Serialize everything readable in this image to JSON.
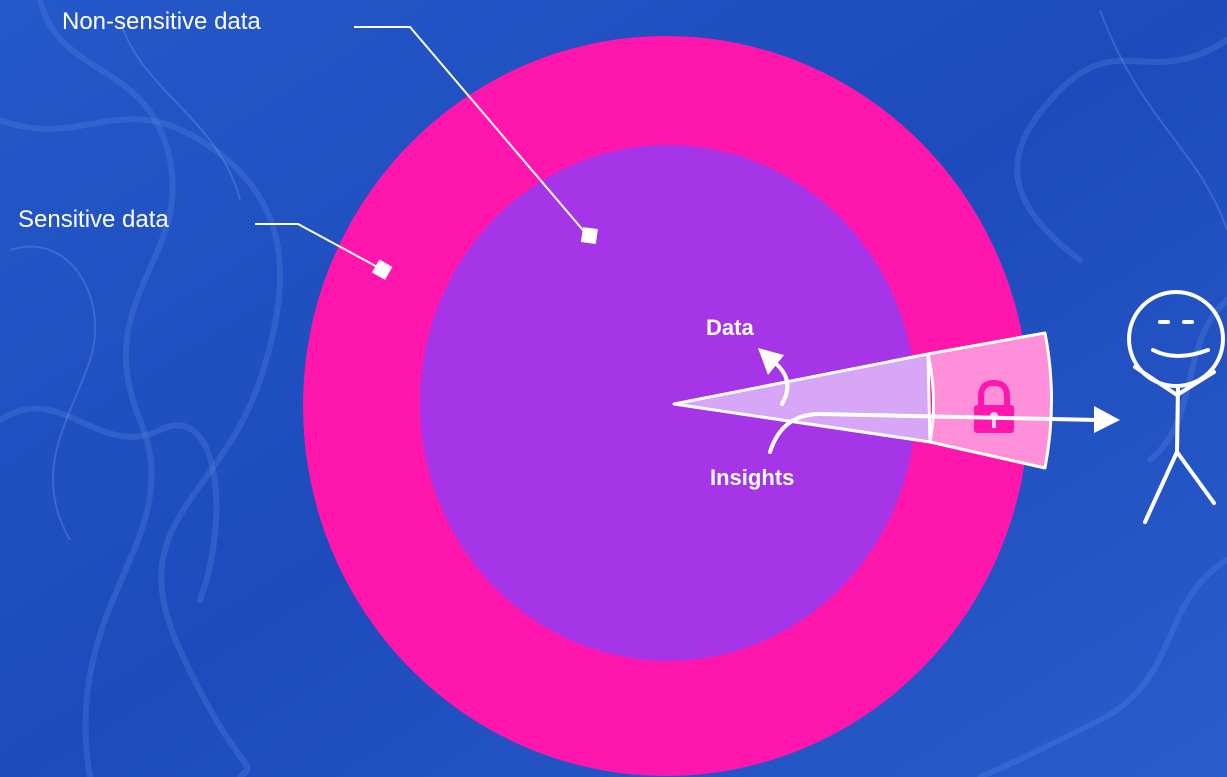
{
  "labels": {
    "non_sensitive": "Non-sensitive data",
    "sensitive": "Sensitive data",
    "data": "Data",
    "insights": "Insights"
  },
  "colors": {
    "background": "#1f4fc0",
    "outer_ring": "#ff17ad",
    "inner_circle": "#a535e6",
    "wedge_inner": "#d7a6f6",
    "wedge_outer": "#ff8fd8",
    "lock": "#ff17ad",
    "lines": "#ffffff"
  },
  "icons": {
    "lock": "lock-icon",
    "user": "stick-figure-icon"
  }
}
